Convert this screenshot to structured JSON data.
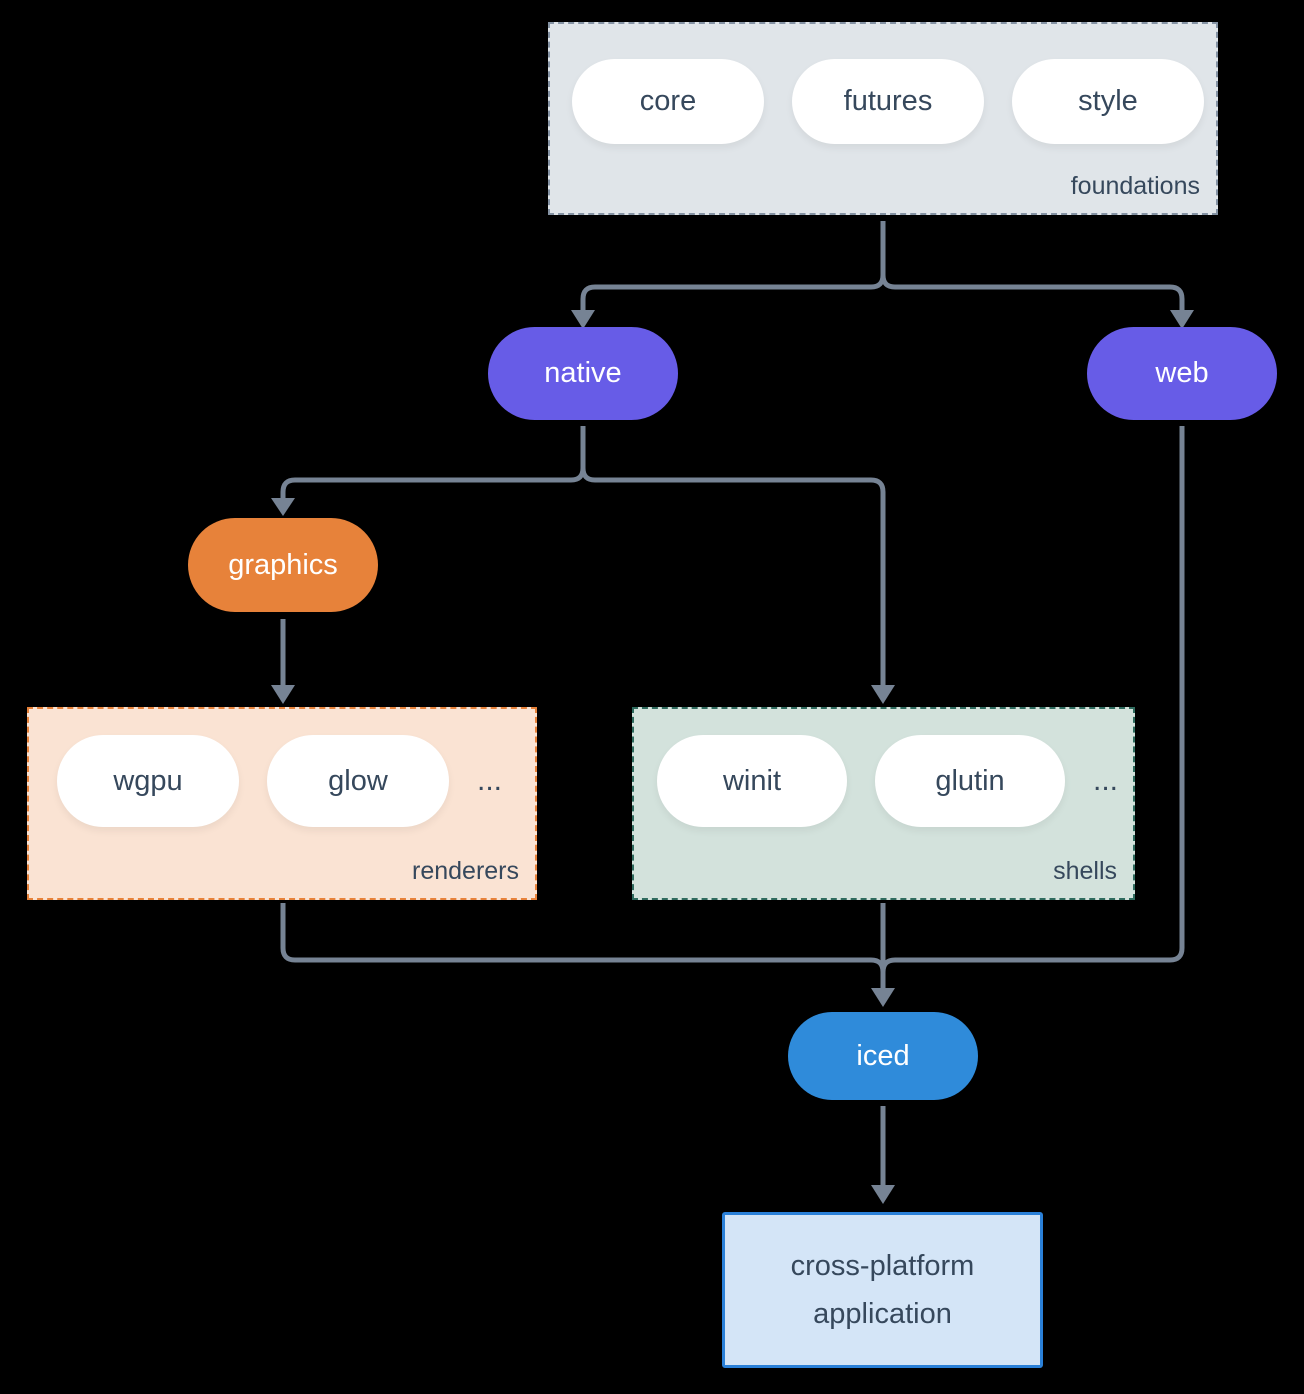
{
  "colors": {
    "background": "#000000",
    "connector": "#768394",
    "purple": "#675ce7",
    "orange": "#e7823a",
    "blue": "#2f8bda",
    "dark_text": "#36485c",
    "white_text": "#ffffff",
    "pill_fill": "#ffffff",
    "foundations_fill": "#e0e5e9",
    "foundations_border": "#8593a4",
    "renderers_fill": "#fae3d3",
    "renderers_border": "#e7823a",
    "shells_fill": "#d3e2dc",
    "shells_border": "#2f6b5e",
    "app_fill": "#d4e5f7",
    "app_border": "#2a80d8"
  },
  "diagram": {
    "foundations": {
      "label": "foundations",
      "pills": [
        "core",
        "futures",
        "style"
      ]
    },
    "native": "native",
    "web": "web",
    "graphics": "graphics",
    "renderers": {
      "label": "renderers",
      "pills": [
        "wgpu",
        "glow"
      ],
      "ellipsis": "..."
    },
    "shells": {
      "label": "shells",
      "pills": [
        "winit",
        "glutin"
      ],
      "ellipsis": "..."
    },
    "iced": "iced",
    "application": {
      "line1": "cross-platform",
      "line2": "application"
    }
  }
}
